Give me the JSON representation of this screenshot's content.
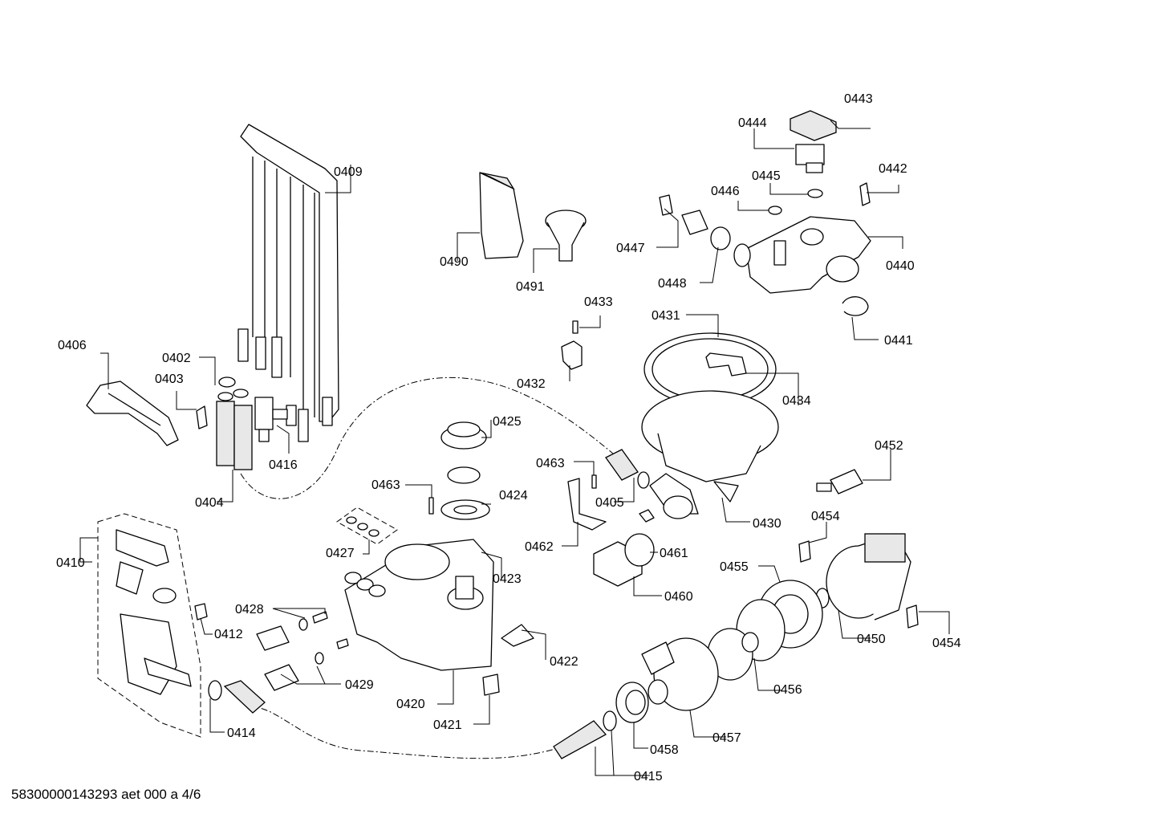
{
  "footer": "58300000143293 aet 000 a 4/6",
  "labels": {
    "p0443": "0443",
    "p0444": "0444",
    "p0442": "0442",
    "p0445": "0445",
    "p0446": "0446",
    "p0447": "0447",
    "p0448": "0448",
    "p0440": "0440",
    "p0441": "0441",
    "p0409": "0409",
    "p0490": "0490",
    "p0491": "0491",
    "p0433": "0433",
    "p0431": "0431",
    "p0406": "0406",
    "p0402": "0402",
    "p0403": "0403",
    "p0432": "0432",
    "p0434": "0434",
    "p0425": "0425",
    "p0416": "0416",
    "p0452": "0452",
    "p0463a": "0463",
    "p0463b": "0463",
    "p0404": "0404",
    "p0405": "0405",
    "p0424": "0424",
    "p0430": "0430",
    "p0454a": "0454",
    "p0427": "0427",
    "p0462": "0462",
    "p0461": "0461",
    "p0410": "0410",
    "p0455": "0455",
    "p0423": "0423",
    "p0460": "0460",
    "p0428": "0428",
    "p0412": "0412",
    "p0450": "0450",
    "p0454b": "0454",
    "p0422": "0422",
    "p0429": "0429",
    "p0456": "0456",
    "p0420": "0420",
    "p0414": "0414",
    "p0457": "0457",
    "p0421": "0421",
    "p0458": "0458",
    "p0415": "0415"
  }
}
